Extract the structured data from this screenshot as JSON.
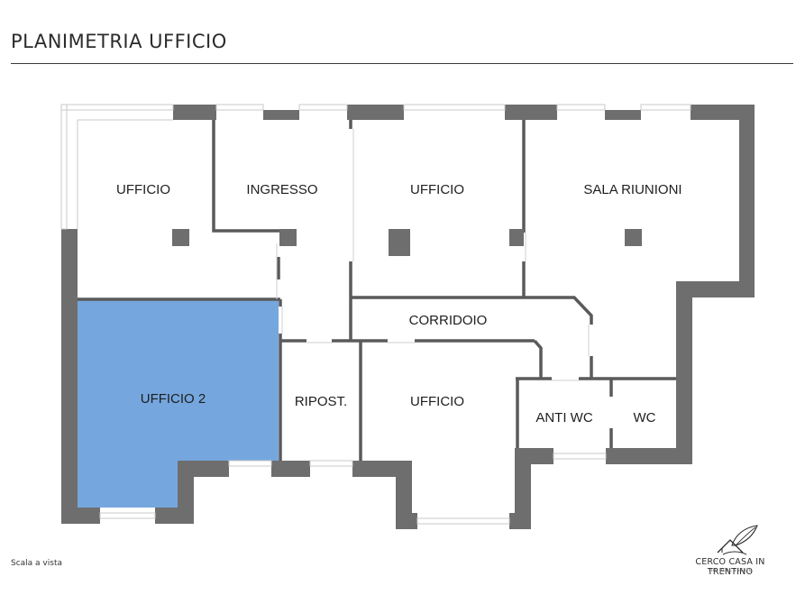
{
  "header": {
    "title": "PLANIMETRIA UFFICIO"
  },
  "rooms": {
    "ufficio_nw": "UFFICIO",
    "ingresso": "INGRESSO",
    "ufficio_center": "UFFICIO",
    "sala_riunioni": "SALA RIUNIONI",
    "corridoio": "CORRIDOIO",
    "ufficio_2": "UFFICIO 2",
    "ripostiglio": "RIPOST.",
    "ufficio_south": "UFFICIO",
    "anti_wc": "ANTI WC",
    "wc": "WC"
  },
  "colors": {
    "wall": "#6e6e6e",
    "partition": "#5a5a5a",
    "highlight": "#75a7de",
    "window": "#ffffff"
  },
  "footer": {
    "scale_note": "Scala a vista",
    "logo_name": "CERCO CASA IN TRENTINO",
    "logo_sub": "THE REAL ESTATE"
  }
}
